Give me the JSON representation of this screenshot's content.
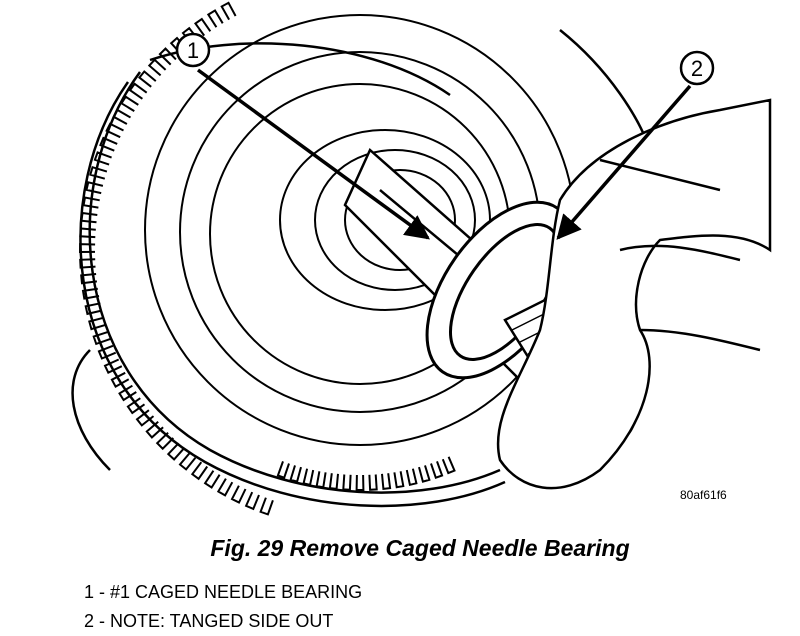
{
  "figure": {
    "callouts": [
      {
        "number": "1"
      },
      {
        "number": "2"
      }
    ],
    "image_code": "80af61f6",
    "caption": "Fig. 29 Remove Caged Needle Bearing",
    "legend": [
      "1 - #1 CAGED NEEDLE BEARING",
      "2 - NOTE: TANGED SIDE OUT"
    ]
  }
}
